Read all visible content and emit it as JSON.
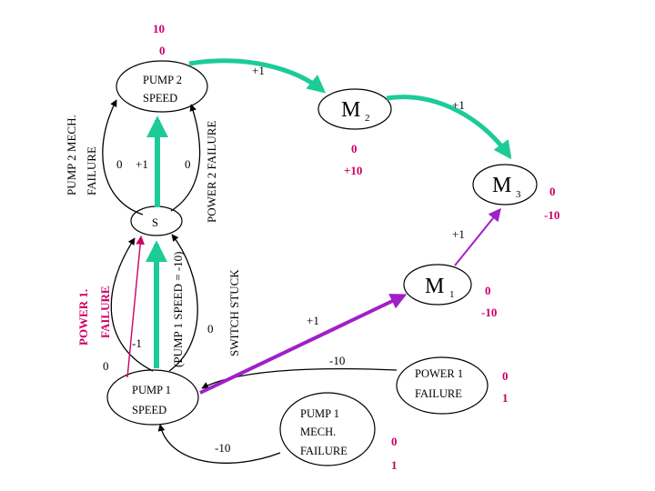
{
  "colors": {
    "teal": "#1ccb98",
    "purple": "#a020c8",
    "magenta": "#cc0066",
    "edge": "#000000"
  },
  "top_values": {
    "v1": "10",
    "v2": "0"
  },
  "nodes": {
    "pump2_speed": {
      "line1": "PUMP  2",
      "line2": "SPEED"
    },
    "s": {
      "label": "S"
    },
    "pump1_speed": {
      "line1": "PUMP  1",
      "line2": "SPEED"
    },
    "pump1_mech": {
      "line1": "PUMP  1",
      "line2": "MECH.",
      "line3": "FAILURE"
    },
    "power1_failure": {
      "line1": "POWER  1",
      "line2": "FAILURE"
    },
    "m1": {
      "main": "M",
      "sub": "1"
    },
    "m2": {
      "main": "M",
      "sub": "2"
    },
    "m3": {
      "main": "M",
      "sub": "3"
    }
  },
  "vertical_labels": {
    "pump2_mech_1": "PUMP  2  MECH.",
    "pump2_mech_2": "FAILURE",
    "power2_failure": "POWER  2  FAILURE",
    "power1_1": "POWER 1.",
    "power1_2": "FAILURE",
    "pump1_speed_eq": "(PUMP  1  SPEED = -10)",
    "switch_stuck": "SWITCH  STUCK"
  },
  "edge_labels": {
    "pump2_to_m2": "+1",
    "m2_to_m3": "+1",
    "m2_zero": "0",
    "m2_plus10": "+10",
    "m3_zero": "0",
    "m3_minus10": "-10",
    "m1_to_m3": "+1",
    "m1_zero": "0",
    "m1_minus10": "-10",
    "pump1_to_m1": "+1",
    "left_zero": "0",
    "left_plus1": "+1",
    "right_zero": "0",
    "minus1": "-1",
    "zero_bottom_left": "0",
    "switch_zero": "0",
    "power1_minus10": "-10",
    "mech_minus10": "-10"
  },
  "power1_values": {
    "v1": "0",
    "v2": "1"
  },
  "mech_values": {
    "v1": "0",
    "v2": "1"
  }
}
